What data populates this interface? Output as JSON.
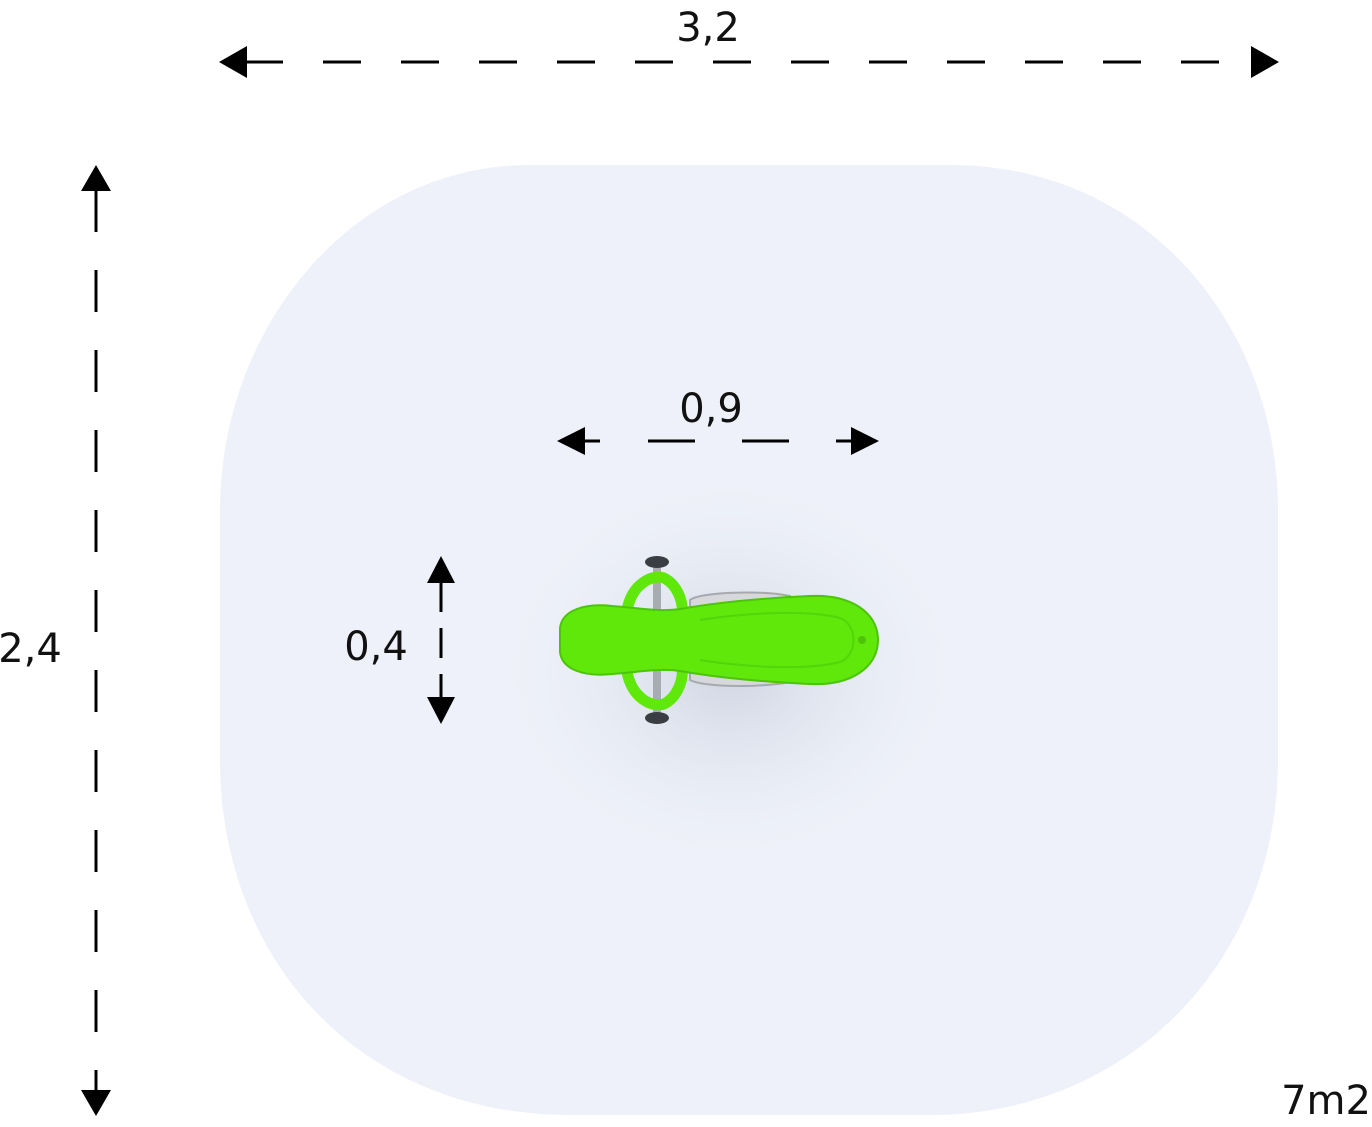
{
  "dimensions": {
    "safety_zone_width": "3,2",
    "safety_zone_depth": "2,4",
    "equipment_length": "0,9",
    "equipment_width": "0,4"
  },
  "area_label": "7m2",
  "colors": {
    "safety_zone": "#eef1f9",
    "equipment_body": "#5fe80a",
    "equipment_edge": "#4cc40a",
    "handle": "#3a3d42",
    "arrow": "#000000"
  }
}
